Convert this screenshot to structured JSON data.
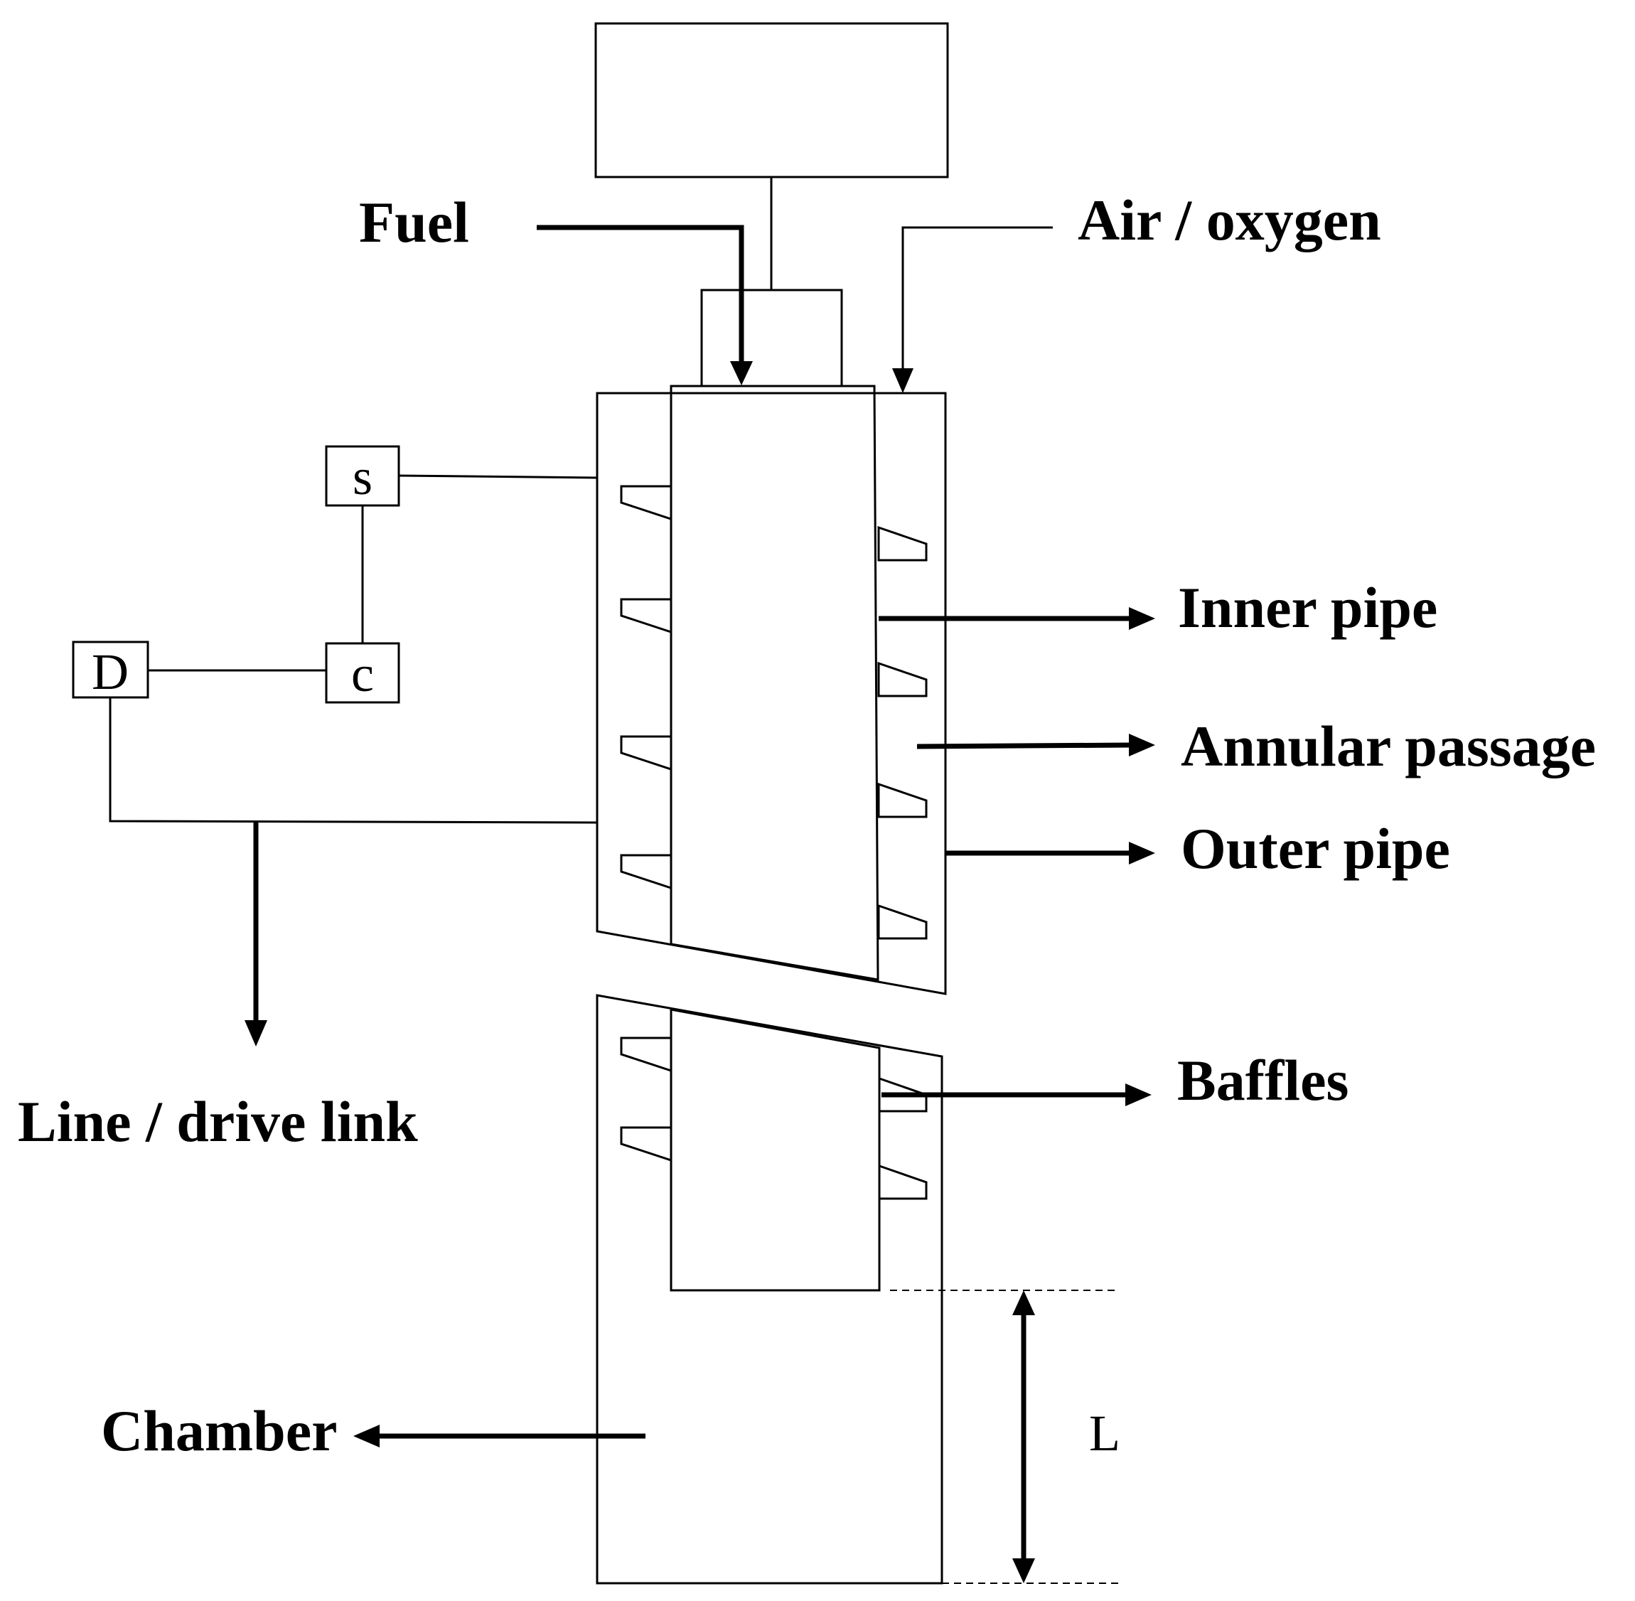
{
  "labels": {
    "fuel": "Fuel",
    "air_oxygen": "Air / oxygen",
    "inner_pipe": "Inner pipe",
    "annular_passage": "Annular passage",
    "outer_pipe": "Outer pipe",
    "baffles": "Baffles",
    "line_drive_link": "Line / drive link",
    "chamber": "Chamber",
    "length": "L"
  },
  "control_boxes": {
    "s": "s",
    "c": "c",
    "d": "D"
  }
}
